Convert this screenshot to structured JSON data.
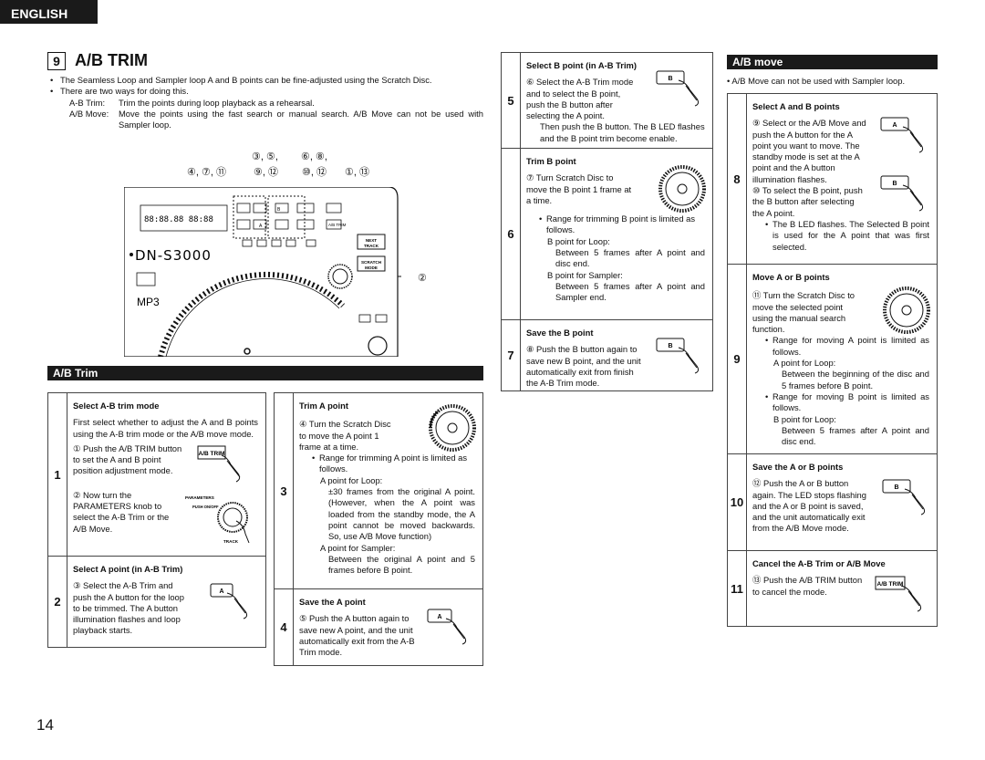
{
  "header": {
    "language": "ENGLISH"
  },
  "section": {
    "number": "9",
    "title": "A/B TRIM"
  },
  "intro": {
    "bullet1": "The Seamless Loop and Sampler loop A and B points can be fine-adjusted using the Scratch Disc.",
    "bullet2": "There are two ways for doing this.",
    "trim_term": "A-B Trim:",
    "trim_desc": "Trim the points during loop playback as a rehearsal.",
    "move_term": "A/B Move:",
    "move_desc": "Move the points using the fast search or manual search. A/B Move can not be used with Sampler loop."
  },
  "diagram": {
    "callouts": {
      "c1": "③, ⑤,",
      "c2": "⑥, ⑧,",
      "c3": "④, ⑦, ⑪",
      "c4": "⑨, ⑫",
      "c5": "⑩, ⑫",
      "c6": "①, ⑬",
      "c7": "②"
    },
    "device": {
      "model": "DN-S3000",
      "mp3": "MP3",
      "next_track": "NEXT TRACK",
      "scratch_mode": "SCRATCH MODE",
      "ab_trim": "A/B TRIM"
    }
  },
  "ab_trim_section": {
    "title": "A/B Trim",
    "steps_left": [
      {
        "num": "1",
        "heading": "Select A-B trim mode",
        "text": "First select whether to adjust the A and B points using the A-B trim mode or the A/B move mode.",
        "item1": "① Push the A/B TRIM button to set the A and B point position adjustment mode.",
        "item2": "② Now turn the PARAMETERS knob to select the A-B Trim or the A/B Move.",
        "icon_label": "A/B TRIM",
        "knob_label": "PARAMETERS",
        "knob_push": "PUSH ON/OFF",
        "knob_track": "TRACK"
      },
      {
        "num": "2",
        "heading": "Select A point (in A-B Trim)",
        "text": "③ Select the A-B Trim and push the A button for the loop to be trimmed. The A button illumination flashes and loop playback starts.",
        "icon_label": "A"
      }
    ],
    "steps_mid": [
      {
        "num": "3",
        "heading": "Trim A point",
        "text": "④ Turn the Scratch Disc to move the A point 1 frame at a time.",
        "bullet": "Range for trimming A point is limited as follows.",
        "loop_label": "A point for Loop:",
        "loop_desc": "±30 frames from the original A point. (However, when the A point was loaded from the standby mode, the A point cannot be moved backwards. So, use A/B Move function)",
        "sampler_label": "A point for Sampler:",
        "sampler_desc": "Between the original A point and 5 frames before B point."
      },
      {
        "num": "4",
        "heading": "Save the A point",
        "text": "⑤ Push the A button again to save new A point, and the unit automatically exit from the A-B Trim mode.",
        "icon_label": "A"
      }
    ],
    "steps_right": [
      {
        "num": "5",
        "heading": "Select B point (in A-B Trim)",
        "text1": "⑥ Select the A-B Trim mode and to select the B point, push the B button after selecting the A point.",
        "text2": "Then push the B button. The B LED flashes and the B point trim become enable.",
        "icon_label": "B"
      },
      {
        "num": "6",
        "heading": "Trim B point",
        "text": "⑦ Turn Scratch Disc to move the B point 1 frame at a time.",
        "bullet": "Range for trimming B point is limited as follows.",
        "loop_label": "B point for Loop:",
        "loop_desc": "Between 5 frames after A point and disc end.",
        "sampler_label": "B point for Sampler:",
        "sampler_desc": "Between 5 frames after A point and Sampler end."
      },
      {
        "num": "7",
        "heading": "Save the B point",
        "text": "⑧ Push the B button again to save new B point, and the unit automatically exit from finish the A-B Trim mode.",
        "icon_label": "B"
      }
    ]
  },
  "ab_move_section": {
    "title": "A/B move",
    "note": "A/B Move can not be used with Sampler loop.",
    "steps": [
      {
        "num": "8",
        "heading": "Select A and B points",
        "text1": "⑨ Select or the A/B Move and push the A button for the A point you want to move. The standby mode is set at the A point and the A button illumination flashes.",
        "text2": "⑩ To select the B point, push the B button after selecting the A point.",
        "bullet": "The B LED flashes. The Selected B point is used for the A point that was first selected.",
        "icon_a": "A",
        "icon_b": "B"
      },
      {
        "num": "9",
        "heading": "Move A or B points",
        "text": "⑪ Turn the Scratch Disc to move the selected point using the manual search function.",
        "bullet1": "Range for moving A point is limited as follows.",
        "a_label": "A point for Loop:",
        "a_desc": "Between the beginning of the disc and 5 frames before B point.",
        "bullet2": "Range for moving B point is limited as follows.",
        "b_label": "B point for Loop:",
        "b_desc": "Between 5 frames after A point and disc end."
      },
      {
        "num": "10",
        "heading": "Save the A or B points",
        "text": "⑫ Push the A or B button again. The LED stops flashing and the A or B point is saved, and the unit automatically exit from the A/B Move mode.",
        "icon_label": "B"
      },
      {
        "num": "11",
        "heading": "Cancel the A-B Trim or A/B Move",
        "text": "⑬ Push the A/B TRIM button to cancel the mode.",
        "icon_label": "A/B TRIM"
      }
    ]
  },
  "page": {
    "number": "14"
  }
}
